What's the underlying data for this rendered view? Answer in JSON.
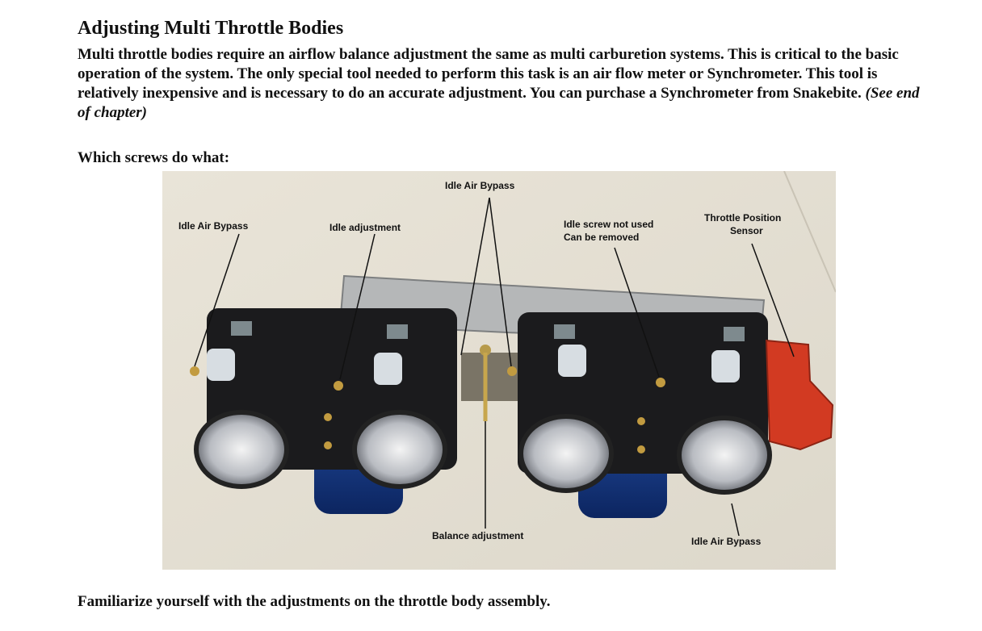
{
  "heading": "Adjusting Multi Throttle Bodies",
  "intro": {
    "text": "Multi throttle bodies require an airflow balance adjustment the same as multi carburetion systems. This is critical to the basic operation of the system. The only special tool needed to perform this task is an air flow meter or Synchrometer. This tool is relatively inexpensive and is necessary to do an accurate adjustment.  You can purchase a Synchrometer from Snakebite. ",
    "note": "(See end of chapter)"
  },
  "subheading": "Which screws do what:",
  "photo": {
    "callouts": {
      "idle_air_bypass_left": "Idle Air Bypass",
      "idle_adjustment": "Idle adjustment",
      "idle_air_bypass_top": "Idle Air Bypass",
      "idle_screw_line1": "Idle screw not used",
      "idle_screw_line2": "Can be removed",
      "tps_line1": "Throttle Position",
      "tps_line2": "Sensor",
      "balance_adjustment": "Balance adjustment",
      "idle_air_bypass_bottom": "Idle Air Bypass"
    }
  },
  "footer": "Familiarize yourself with the adjustments on the throttle body assembly."
}
